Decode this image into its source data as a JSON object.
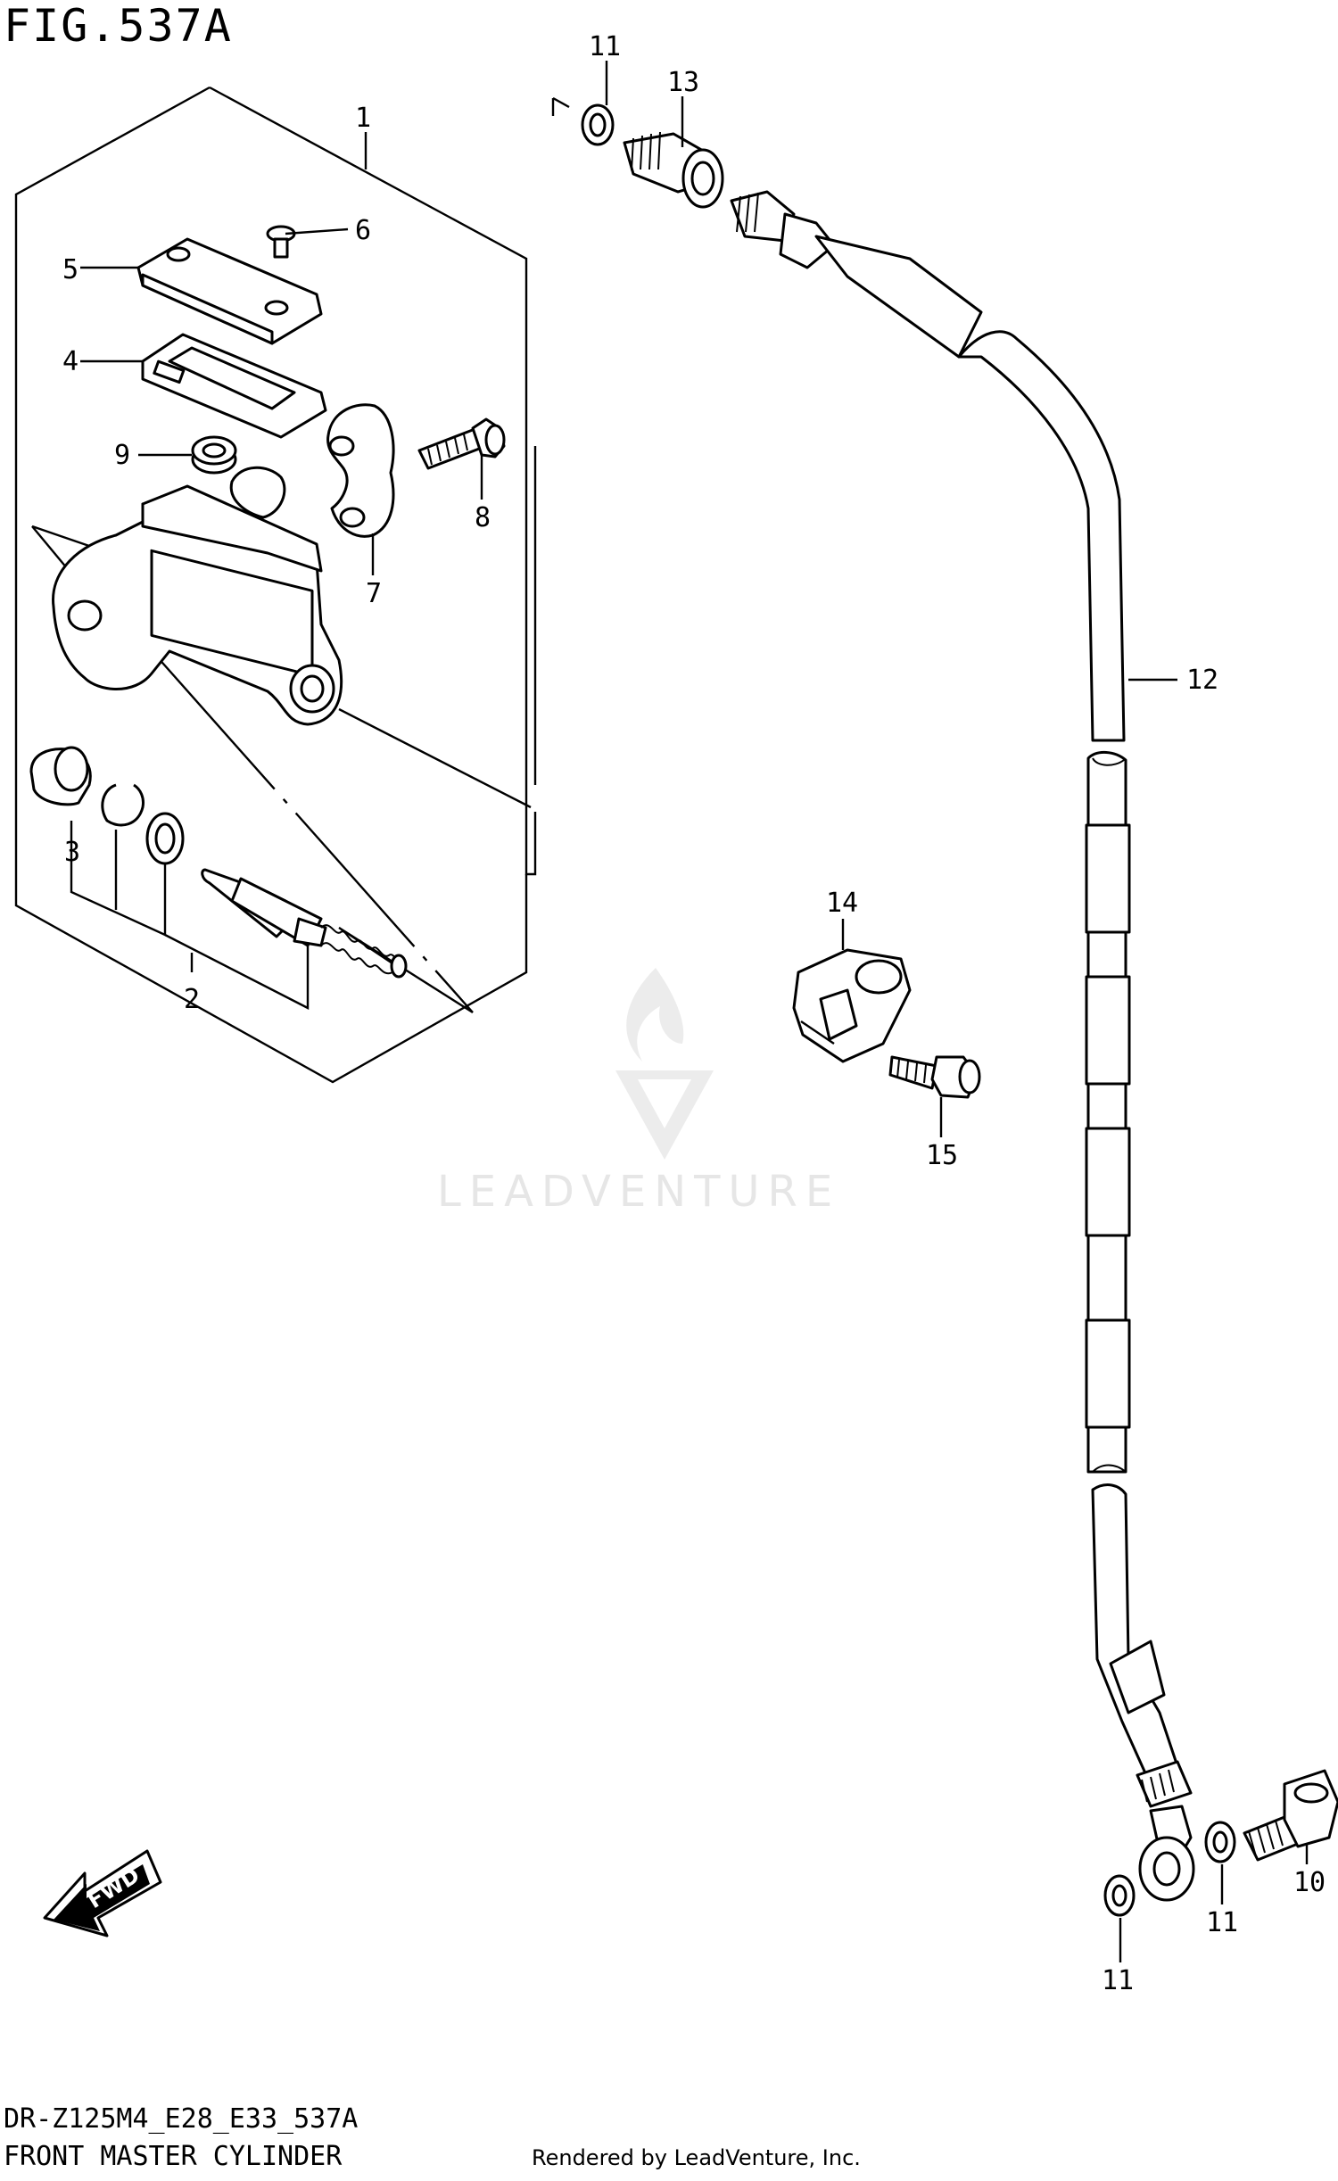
{
  "figure": {
    "title": "FIG.537A",
    "model_code": "DR-Z125M4_E28_E33_537A",
    "name": "FRONT MASTER CYLINDER",
    "rendered_by": "Rendered by LeadVenture, Inc.",
    "watermark": "LEADVENTURE",
    "fwd_label": "FWD"
  },
  "callouts": [
    "1",
    "2",
    "3",
    "4",
    "5",
    "6",
    "7",
    "8",
    "9",
    "10",
    "11",
    "12",
    "13",
    "14",
    "15",
    "11",
    "11"
  ]
}
